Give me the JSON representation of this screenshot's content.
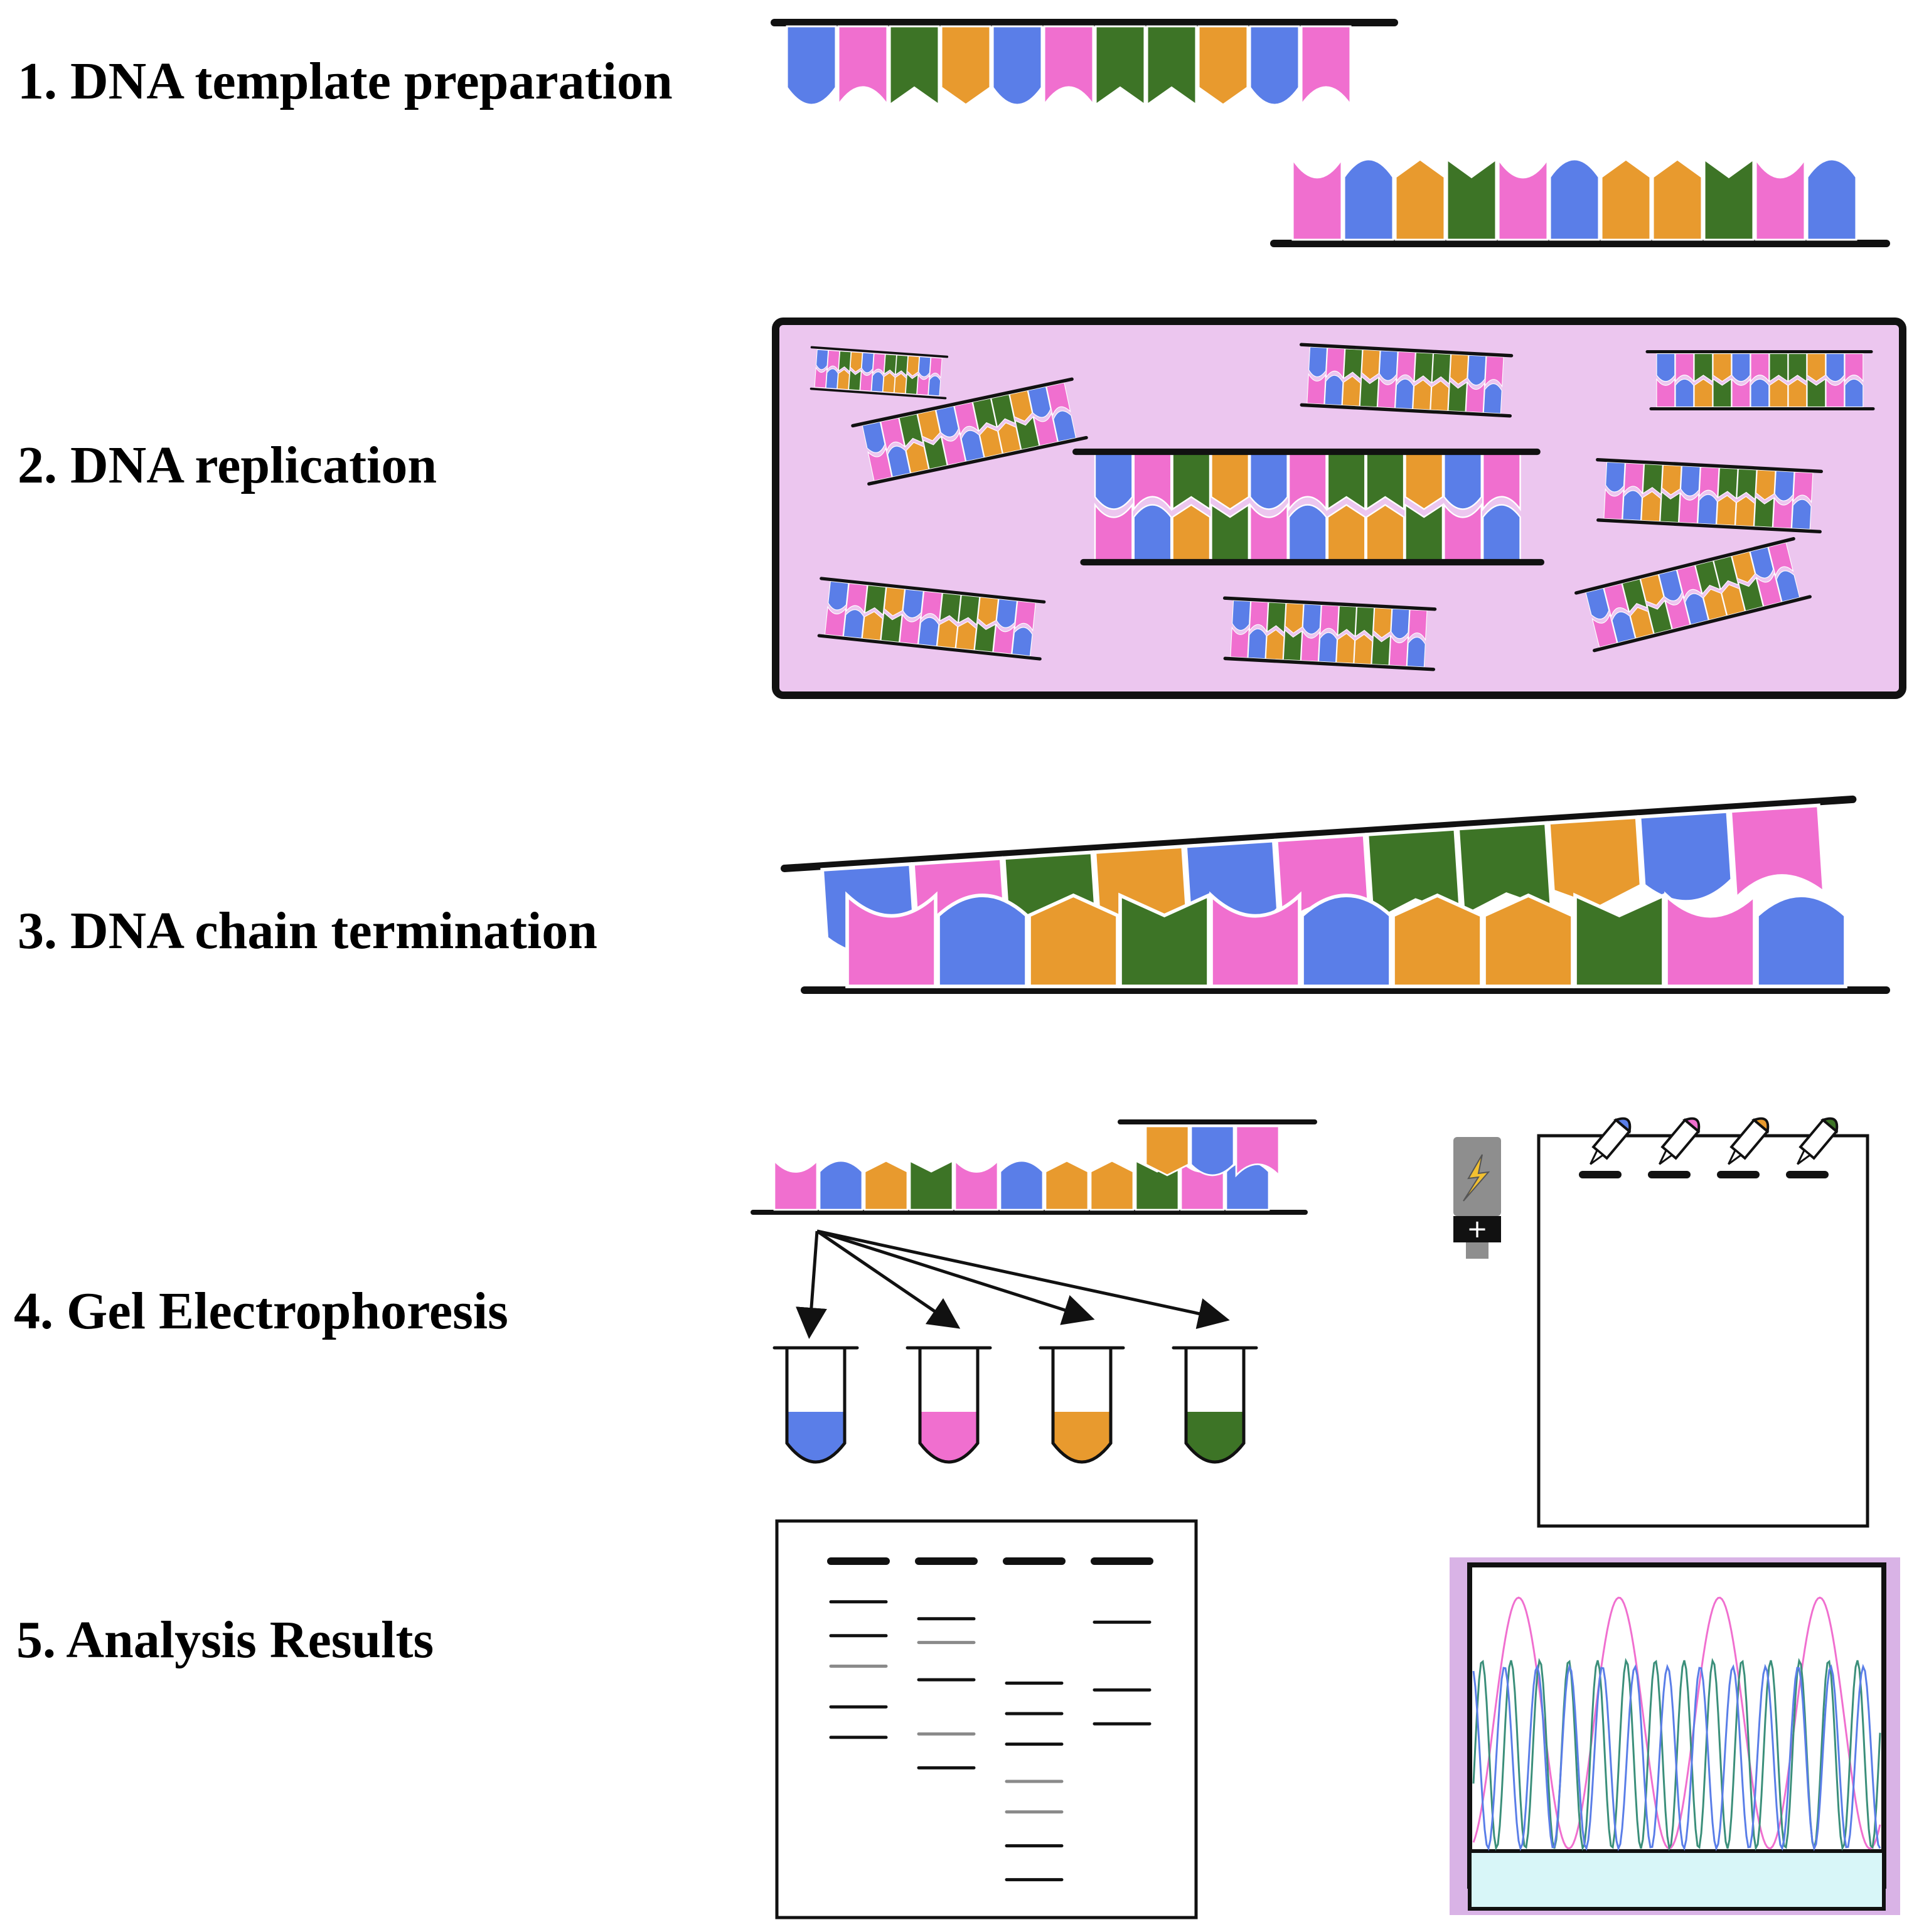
{
  "steps": [
    {
      "label": "1. DNA template preparation"
    },
    {
      "label": "2. DNA replication"
    },
    {
      "label": "3. DNA chain termination"
    },
    {
      "label": "4. Gel Electrophoresis"
    },
    {
      "label": "5. Analysis Results"
    }
  ],
  "colors": {
    "blue": "#5a7ee8",
    "pink": "#f06fcf",
    "orange": "#e89a2e",
    "green": "#3d7426",
    "box_fill": "#ecc6ef",
    "chrom_bg": "#d9b3e6",
    "chrom_base": "#d8f6f8",
    "stroke": "#111111"
  },
  "sequences": {
    "top_strand": [
      "blue",
      "pink",
      "green",
      "orange",
      "blue",
      "pink",
      "green",
      "green",
      "orange",
      "blue",
      "pink"
    ],
    "bottom_strand": [
      "pink",
      "blue",
      "orange",
      "green",
      "pink",
      "blue",
      "orange",
      "orange",
      "green",
      "pink",
      "blue"
    ],
    "primer_strand": [
      "pink",
      "blue",
      "orange",
      "green",
      "pink",
      "blue",
      "orange",
      "orange",
      "green",
      "pink",
      "blue"
    ],
    "primer_short": [
      "orange",
      "blue",
      "pink"
    ]
  },
  "tubes": [
    "blue",
    "pink",
    "orange",
    "green"
  ],
  "power_supply_sign": "+",
  "gel_lanes": [
    {
      "bands": [
        0.12,
        0.22,
        0.31,
        0.43,
        0.52
      ],
      "faint": [
        2
      ]
    },
    {
      "bands": [
        0.17,
        0.24,
        0.35,
        0.51,
        0.61
      ],
      "faint": [
        1,
        3
      ]
    },
    {
      "bands": [
        0.36,
        0.45,
        0.54,
        0.65,
        0.74,
        0.84,
        0.94
      ],
      "faint": [
        3,
        4
      ]
    },
    {
      "bands": [
        0.18,
        0.38,
        0.48
      ],
      "faint": []
    }
  ]
}
